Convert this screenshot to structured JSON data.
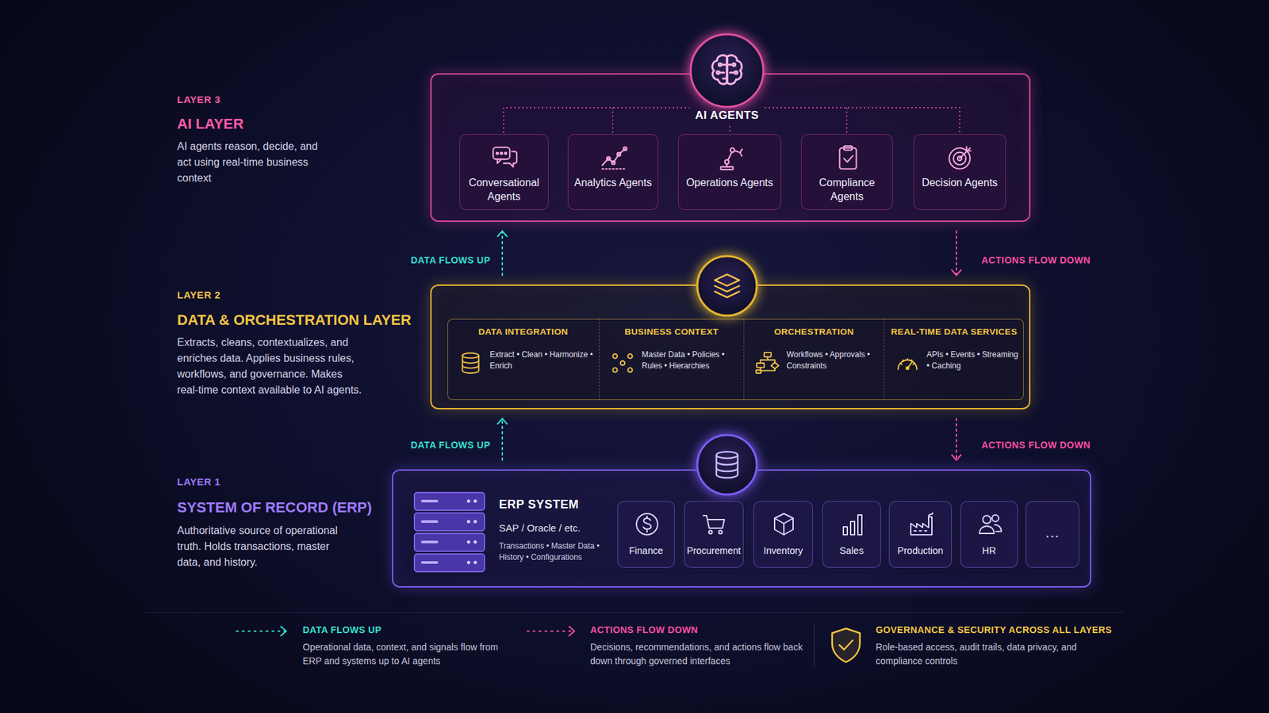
{
  "diagram": {
    "nodes": [
      {
        "text": [
          "LAYER 3",
          "AI LAYER",
          "AI agents reason, decide, and act using real-time business context",
          "AI AGENTS"
        ]
      },
      {
        "text": [
          "Conversational Agents"
        ],
        "in": 0
      },
      {
        "text": [
          "Analytics Agents"
        ],
        "in": 0
      },
      {
        "text": [
          "Operations Agents"
        ],
        "in": 0
      },
      {
        "text": [
          "Compliance Agents"
        ],
        "in": 0
      },
      {
        "text": [
          "Decision Agents"
        ],
        "in": 0
      },
      {
        "text": [
          "LAYER 2",
          "DATA & ORCHESTRATION LAYER",
          "Extracts, cleans, contextualizes, and enriches data. Applies business rules, workflows, and governance. Makes real-time context available to AI agents."
        ]
      },
      {
        "text": [
          "DATA INTEGRATION",
          "Extract • Clean • Harmonize • Enrich"
        ],
        "in": 6
      },
      {
        "text": [
          "BUSINESS CONTEXT",
          "Master Data • Policies • Rules • Hierarchies"
        ],
        "in": 6
      },
      {
        "text": [
          "ORCHESTRATION",
          "Workflows • Approvals • Constraints"
        ],
        "in": 6
      },
      {
        "text": [
          "REAL-TIME DATA SERVICES",
          "APIs • Events • Streaming • Caching"
        ],
        "in": 6
      },
      {
        "text": [
          "LAYER 1",
          "SYSTEM OF RECORD (ERP)",
          "Authoritative source of operational truth. Holds transactions, master data, and history.",
          "ERP SYSTEM",
          "SAP / Oracle / etc.",
          "Transactions • Master Data • History • Configurations"
        ]
      },
      {
        "text": [
          "Finance"
        ],
        "in": 11
      },
      {
        "text": [
          "Procurement"
        ],
        "in": 11
      },
      {
        "text": [
          "Inventory"
        ],
        "in": 11
      },
      {
        "text": [
          "Sales"
        ],
        "in": 11
      },
      {
        "text": [
          "Production"
        ],
        "in": 11
      },
      {
        "text": [
          "HR"
        ],
        "in": 11
      },
      {
        "text": [
          "..."
        ],
        "in": 11
      }
    ],
    "edges": [
      {
        "from": 6,
        "to": 0,
        "arrow": "to",
        "label": "DATA FLOWS UP"
      },
      {
        "from": 0,
        "to": 6,
        "arrow": "to",
        "label": "ACTIONS FLOW DOWN"
      },
      {
        "from": 11,
        "to": 6,
        "arrow": "to",
        "label": "DATA FLOWS UP"
      },
      {
        "from": 6,
        "to": 11,
        "arrow": "to",
        "label": "ACTIONS FLOW DOWN"
      }
    ],
    "labels": [
      "Operational data, context, and signals flow from ERP and systems up to AI agents",
      "Decisions, recommendations, and actions flow back down through governed interfaces",
      "Role-based access, audit trails, data privacy, and compliance controls"
    ],
    "legend": [
      {
        "text": "DATA FLOWS UP"
      },
      {
        "text": "ACTIONS FLOW DOWN"
      },
      {
        "text": "GOVERNANCE & SECURITY ACROSS ALL LAYERS"
      }
    ]
  }
}
